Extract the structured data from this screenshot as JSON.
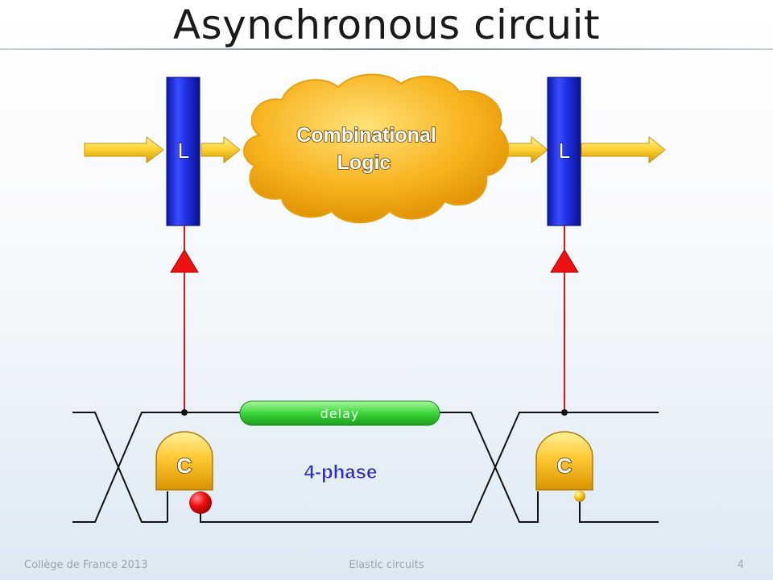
{
  "slide": {
    "title": "Asynchronous circuit"
  },
  "diagram": {
    "latch_left_label": "L",
    "latch_right_label": "L",
    "logic_label_line1": "Combinational",
    "logic_label_line2": "Logic",
    "delay_label": "delay",
    "c_element_left_label": "C",
    "c_element_right_label": "C",
    "protocol_label": "4-phase"
  },
  "colors": {
    "latch": "#1d2fe0",
    "cloud": "#f7b21c",
    "arrow": "#ffd84a",
    "signal": "#e0121a",
    "delay": "#3bd63b",
    "protocol_text": "#2a2fc9"
  },
  "footer": {
    "left": "Collège de France 2013",
    "center": "Elastic circuits",
    "right": "4"
  }
}
